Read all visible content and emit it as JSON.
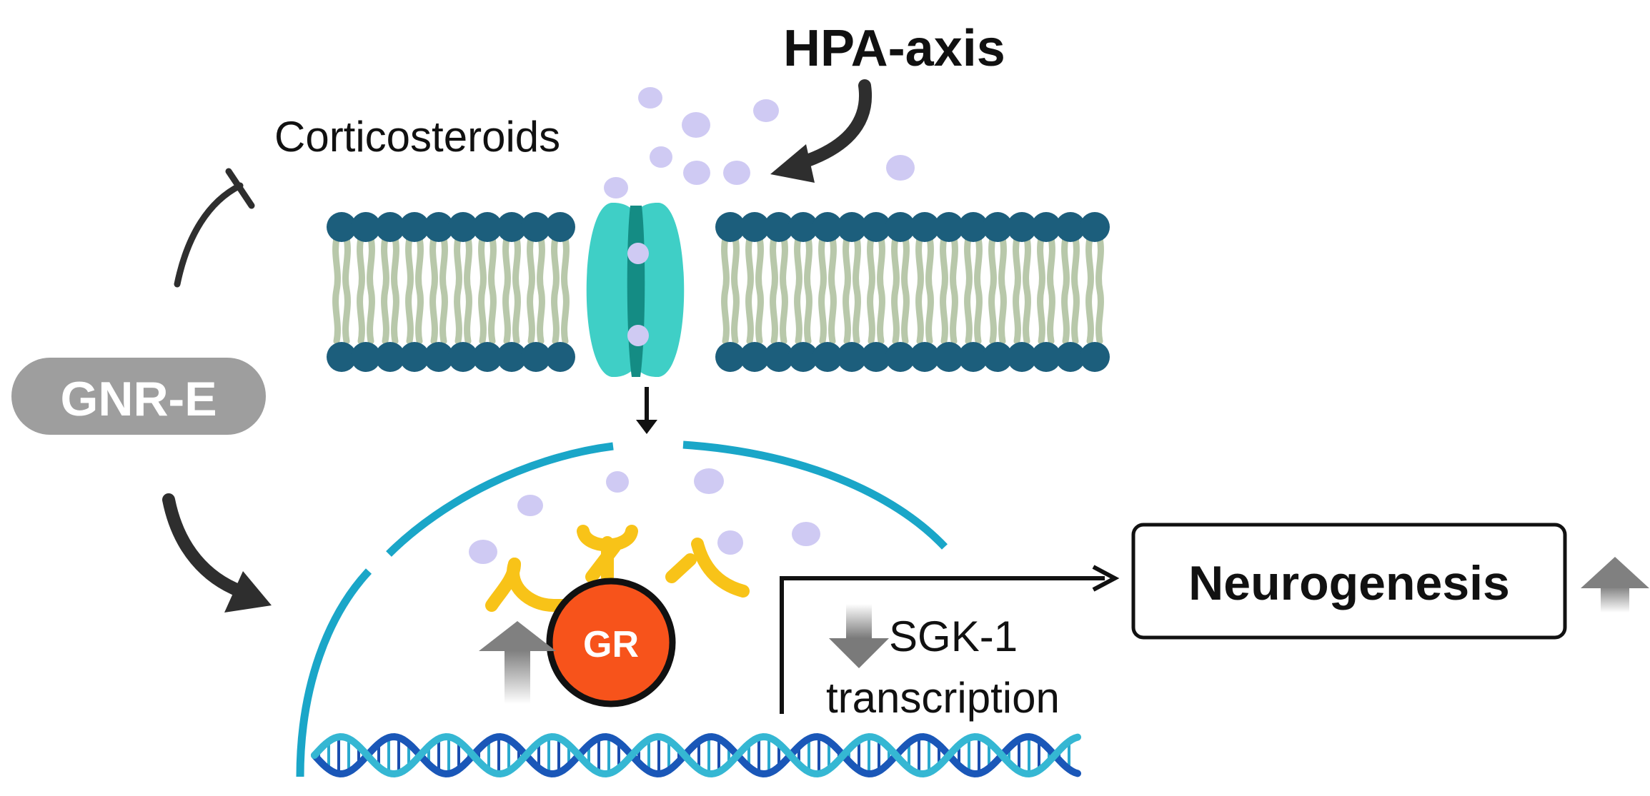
{
  "labels": {
    "hpa_axis": "HPA-axis",
    "corticosteroids": "Corticosteroids",
    "gnr_e": "GNR-E",
    "gr": "GR",
    "sgk1_line1": "SGK-1",
    "sgk1_line2": "transcription",
    "neurogenesis": "Neurogenesis"
  },
  "colors": {
    "head": "#1c5e7c",
    "tail": "#b8c8aa",
    "channel_outer": "#3fcfc6",
    "channel_inner": "#148c84",
    "ligand": "#cfcaf3",
    "nucleus": "#1aa6c8",
    "receptor_arms": "#f8c318",
    "gr_circle": "#f7531b",
    "gnr_pill": "#9e9e9e",
    "dark_arrow": "#2e2e2e",
    "dna_dark": "#1a57b8",
    "dna_light": "#35b7d3",
    "up_arrow": "#888888"
  },
  "icons": {
    "hpa_arrow": "curved-arrow-icon",
    "inhibition": "inhibition-arrow-icon",
    "promotion": "curved-arrow-icon",
    "translocation": "arrow-down-icon",
    "neurogenesis_arrow": "arrow-right-icon",
    "sgk1_decrease": "arrow-down-icon",
    "gr_increase": "arrow-up-icon",
    "neurogenesis_increase": "arrow-up-icon",
    "dna": "dna-helix-icon"
  }
}
